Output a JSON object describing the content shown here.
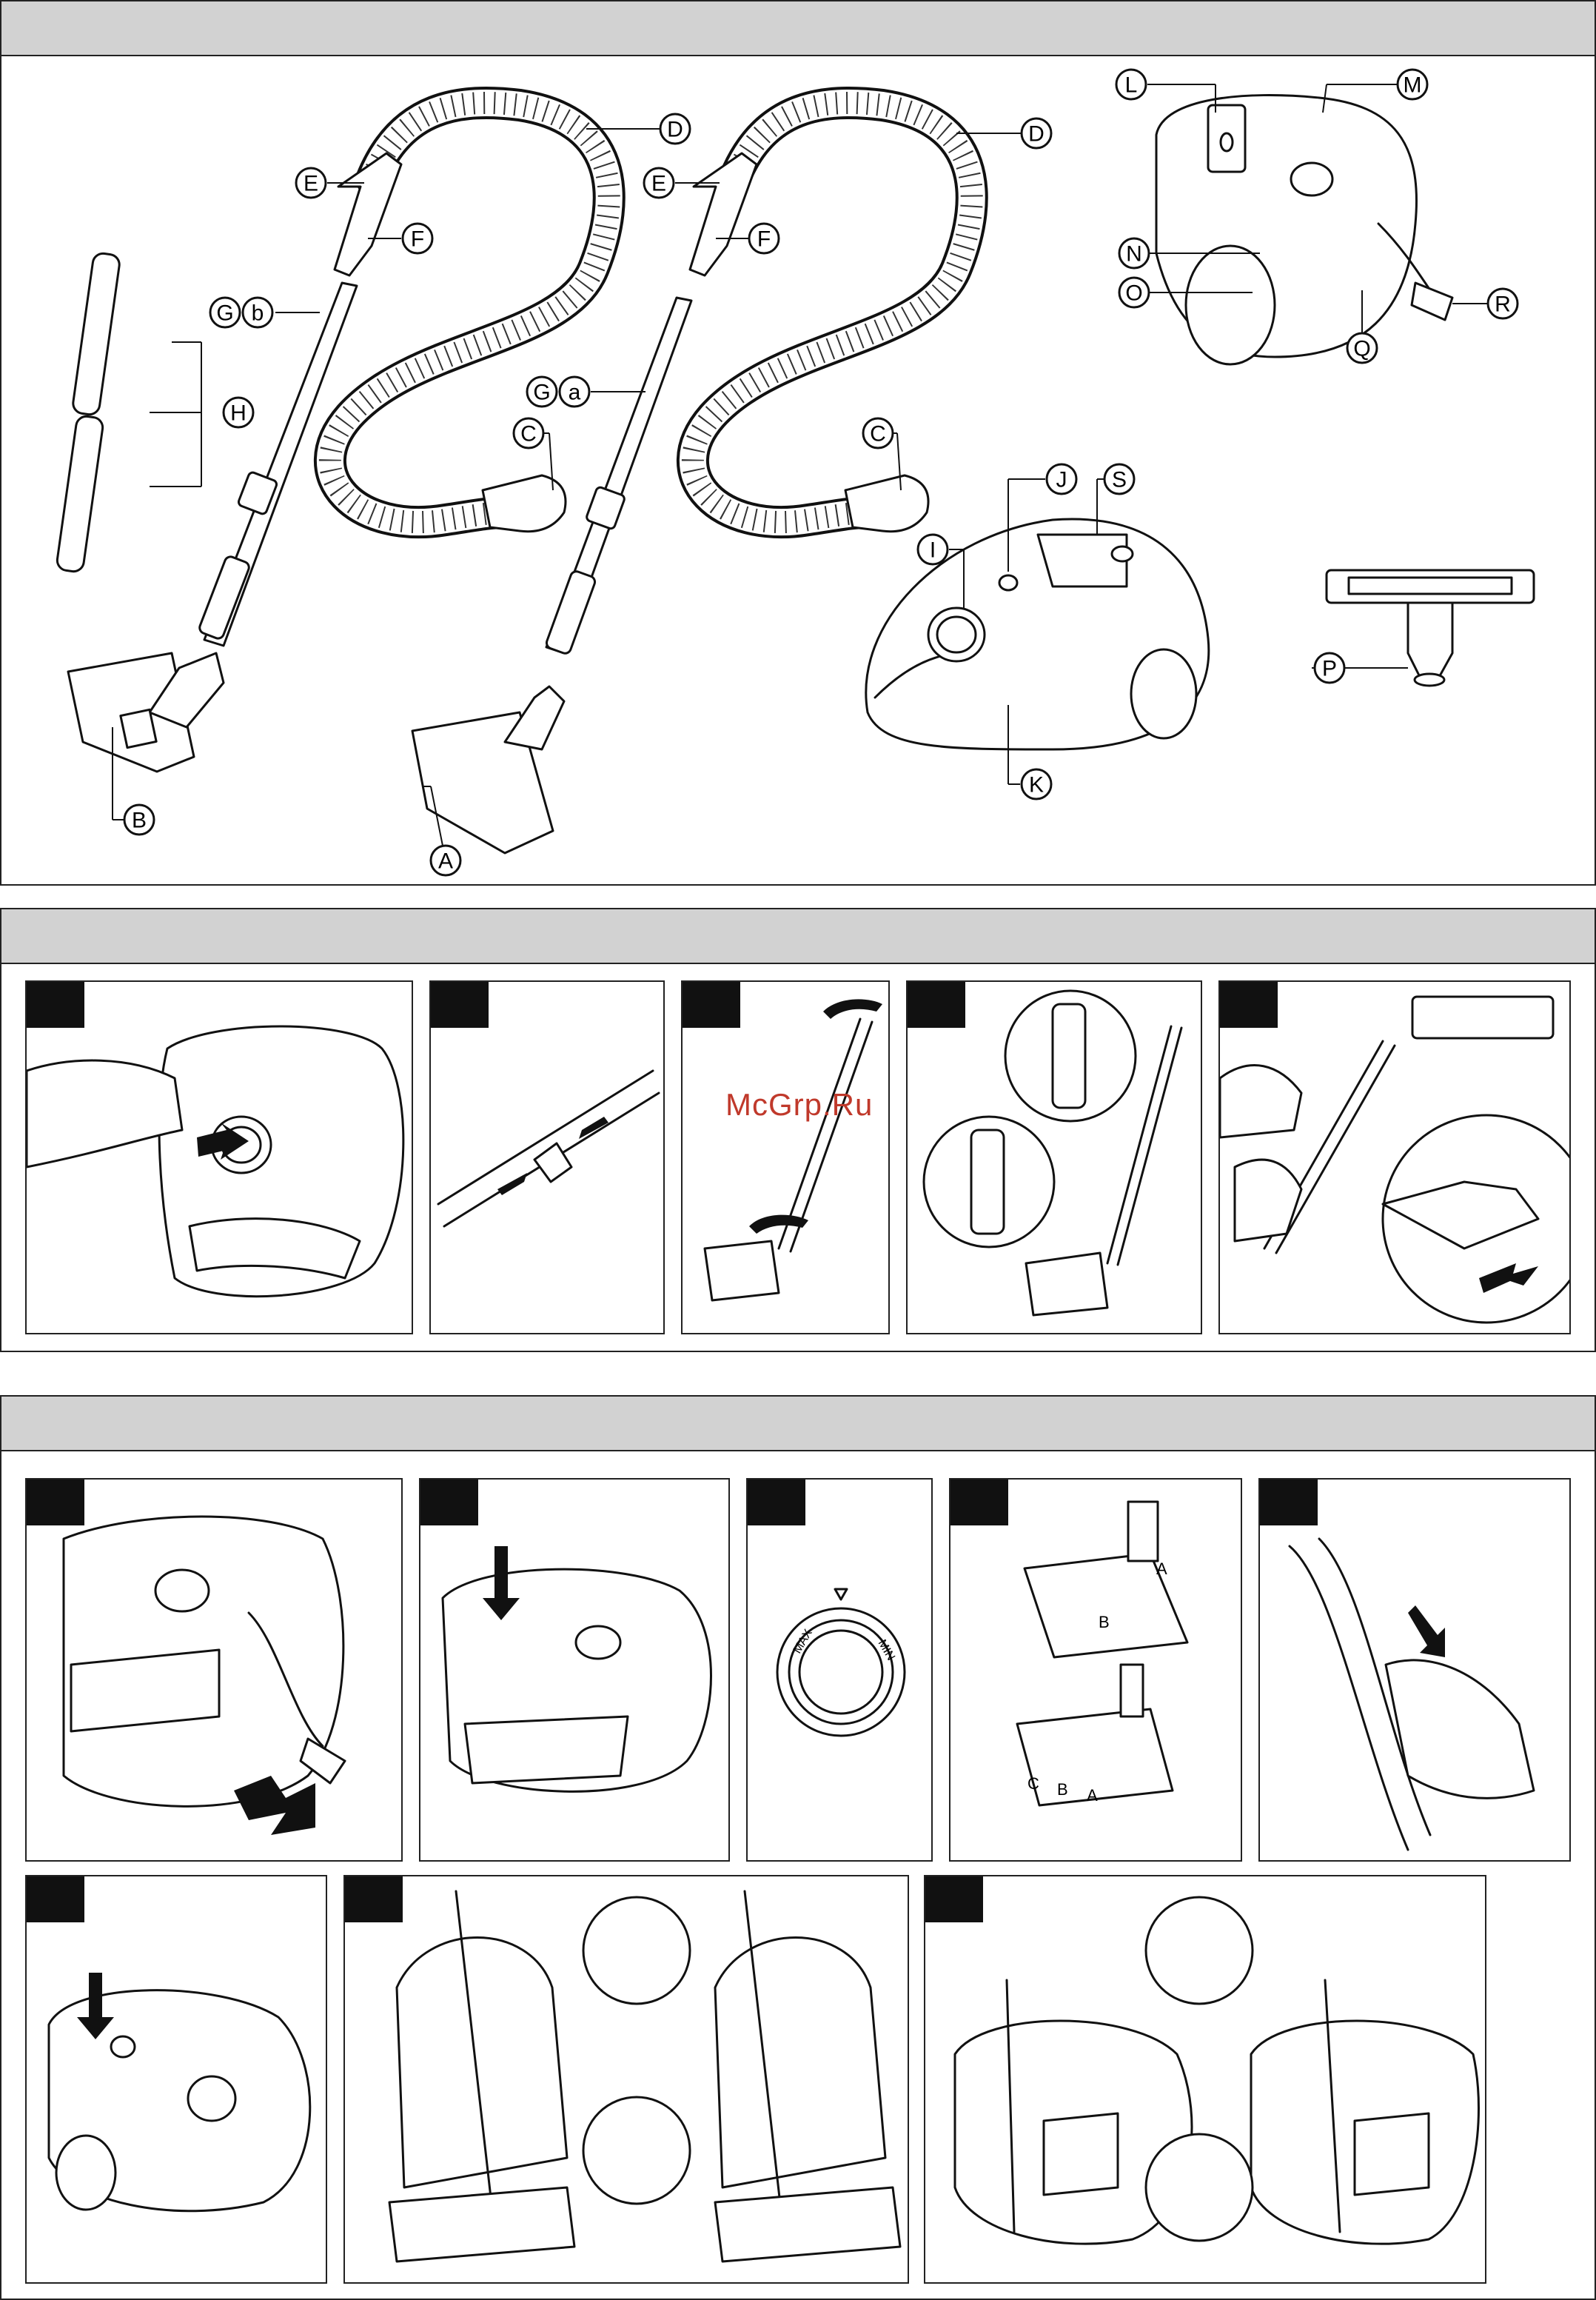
{
  "watermark": "McGrp.Ru",
  "overview": {
    "callouts": [
      {
        "letter": "A"
      },
      {
        "letter": "B"
      },
      {
        "letter": "C"
      },
      {
        "letter": "C"
      },
      {
        "letter": "D"
      },
      {
        "letter": "D"
      },
      {
        "letter": "E"
      },
      {
        "letter": "E"
      },
      {
        "letter": "F"
      },
      {
        "letter": "F"
      },
      {
        "letter": "G"
      },
      {
        "letter": "b"
      },
      {
        "letter": "G"
      },
      {
        "letter": "a"
      },
      {
        "letter": "H"
      },
      {
        "letter": "I"
      },
      {
        "letter": "J"
      },
      {
        "letter": "K"
      },
      {
        "letter": "L"
      },
      {
        "letter": "M"
      },
      {
        "letter": "N"
      },
      {
        "letter": "O"
      },
      {
        "letter": "P"
      },
      {
        "letter": "Q"
      },
      {
        "letter": "R"
      },
      {
        "letter": "S"
      }
    ]
  },
  "step_labels": {
    "dial_max": "MAX",
    "dial_min": "MIN",
    "nozzle_a": "A",
    "nozzle_b": "B",
    "nozzle_c": "C"
  },
  "icons": [
    "vacuum-cleaner-icon",
    "hose-icon",
    "tube-icon",
    "nozzle-icon",
    "hand-icon",
    "arrow-icon",
    "plug-icon",
    "dial-icon"
  ]
}
